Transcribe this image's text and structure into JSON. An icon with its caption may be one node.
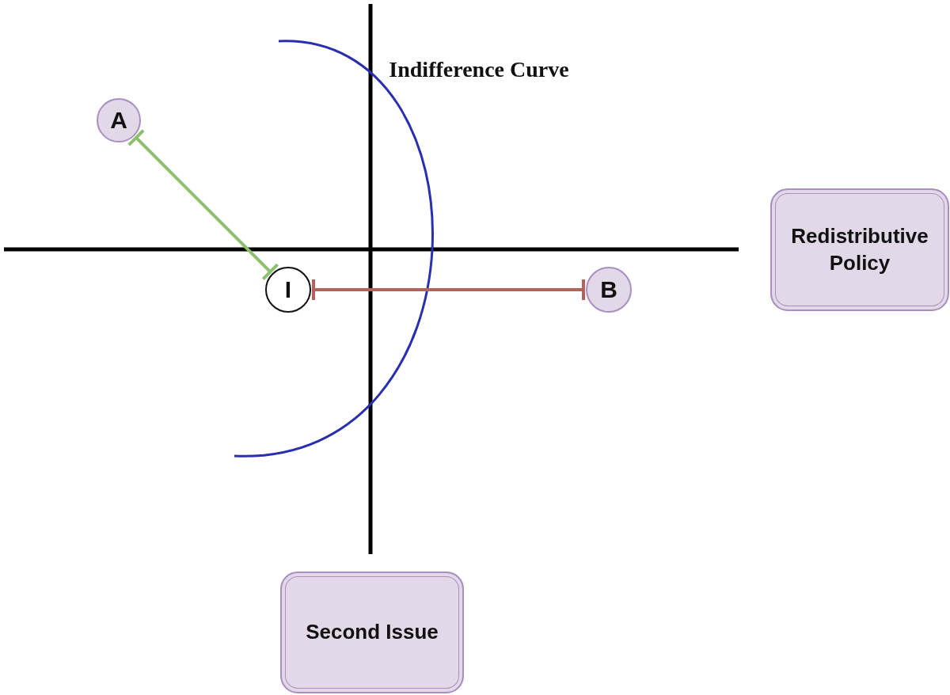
{
  "diagram": {
    "nodes": [
      {
        "text": [
          "A"
        ]
      },
      {
        "text": [
          "I"
        ]
      },
      {
        "text": [
          "B"
        ]
      },
      {
        "text": [
          "Redistributive Policy"
        ]
      },
      {
        "text": [
          "Second Issue"
        ]
      }
    ],
    "edges": [
      {
        "from": 0,
        "to": 1,
        "arrow": "other",
        "color": "#8dbf6e"
      },
      {
        "from": 1,
        "to": 2,
        "arrow": "other",
        "color": "#b4625c"
      }
    ],
    "labels": [
      "Indifference Curve"
    ]
  }
}
